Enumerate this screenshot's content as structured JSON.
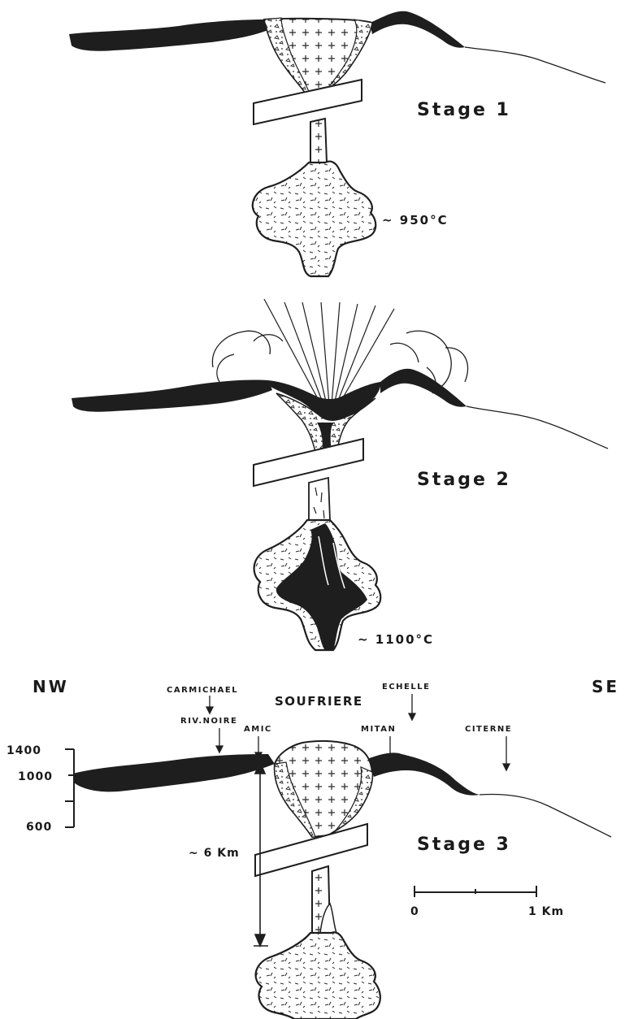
{
  "stages": [
    {
      "label": "Stage 1",
      "temperature": "~ 950°C"
    },
    {
      "label": "Stage 2",
      "temperature": "~ 1100°C"
    },
    {
      "label": "Stage 3"
    }
  ],
  "orientation": {
    "west": "NW",
    "east": "SE"
  },
  "locations": {
    "carmichael": "CARMICHAEL",
    "riv_noire": "RIV.NOIRE",
    "amic": "AMIC",
    "soufriere": "SOUFRIERE",
    "echelle": "ECHELLE",
    "mitan": "MITAN",
    "citerne": "CITERNE"
  },
  "elevation_axis": {
    "ticks": [
      "1400",
      "1000",
      "600"
    ]
  },
  "depth_annotation": "~ 6 Km",
  "scale_bar": {
    "start": "0",
    "end": "1 Km"
  }
}
